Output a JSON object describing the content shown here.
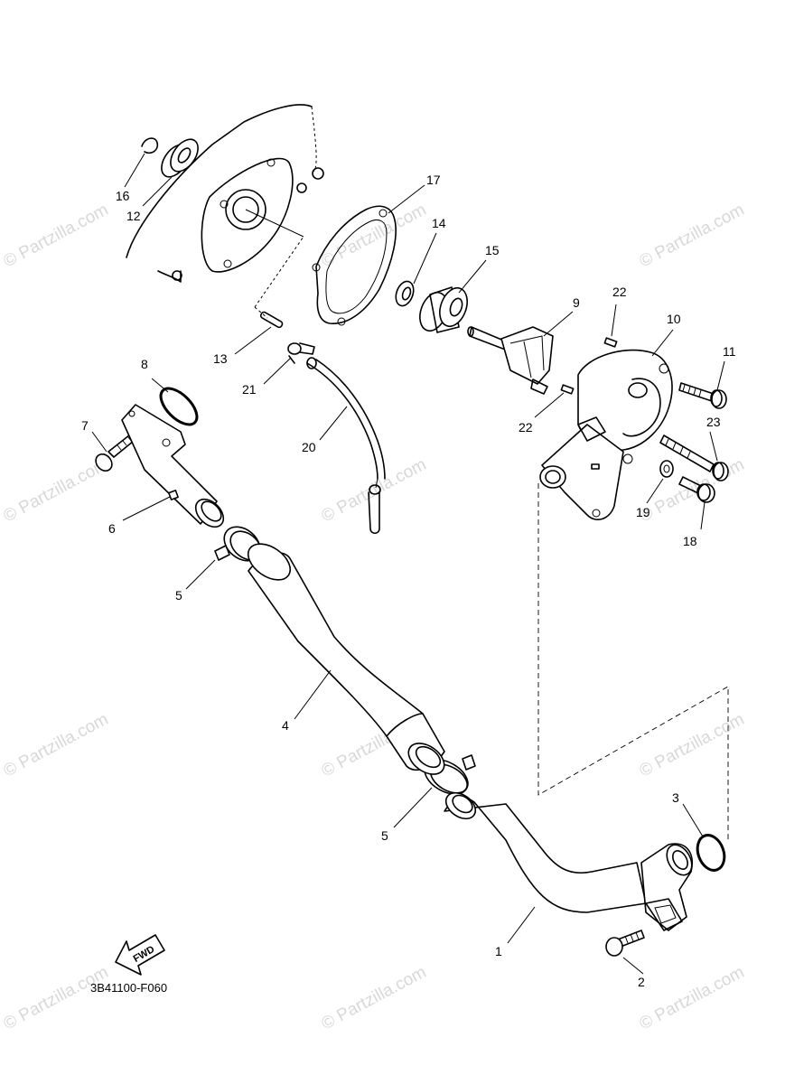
{
  "watermark": "© Partzilla.com",
  "diagram_code": "3B41100-F060",
  "fwd_label": "FWD",
  "callouts": {
    "c1": "1",
    "c2": "2",
    "c3": "3",
    "c4": "4",
    "c5a": "5",
    "c5b": "5",
    "c6": "6",
    "c7": "7",
    "c8": "8",
    "c9": "9",
    "c10": "10",
    "c11": "11",
    "c12": "12",
    "c13": "13",
    "c14": "14",
    "c15": "15",
    "c16": "16",
    "c17": "17",
    "c18": "18",
    "c19": "19",
    "c20": "20",
    "c21": "21",
    "c22a": "22",
    "c22b": "22",
    "c23": "23"
  }
}
